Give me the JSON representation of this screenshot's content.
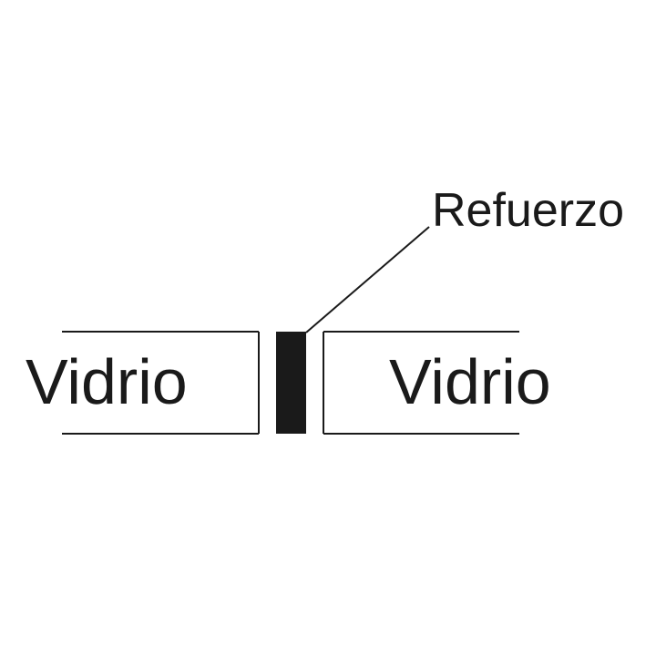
{
  "labels": {
    "left_glass": "Vidrio",
    "right_glass": "Vidrio",
    "reinforcement": "Refuerzo"
  },
  "colors": {
    "ink": "#1a1a1a",
    "background": "#ffffff"
  }
}
